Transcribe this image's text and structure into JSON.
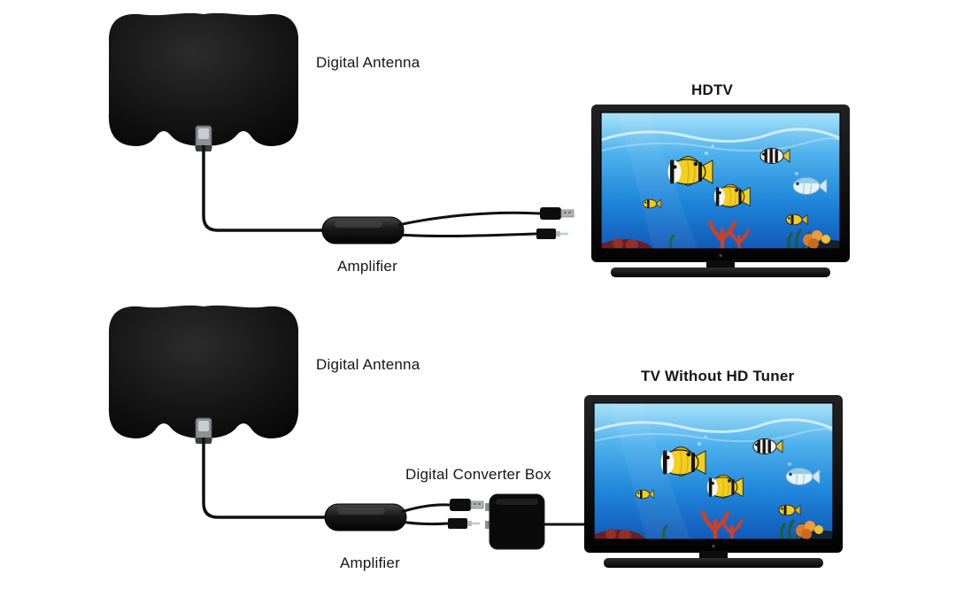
{
  "labels": {
    "top": {
      "antenna": "Digital Antenna",
      "amplifier": "Amplifier",
      "tv": "HDTV"
    },
    "bottom": {
      "antenna": "Digital Antenna",
      "amplifier": "Amplifier",
      "converter": "Digital Converter Box",
      "tv": "TV Without HD Tuner"
    }
  },
  "icons": {
    "antenna": "flat-panel-antenna-icon",
    "amplifier": "inline-amplifier-icon",
    "usb_plug": "usb-plug-icon",
    "coax_plug": "coax-plug-icon",
    "converter": "converter-box-icon",
    "tv": "television-icon"
  },
  "colors": {
    "background": "#ffffff",
    "device_black": "#0d0d0d",
    "cable": "#101010",
    "label_text": "#161616",
    "sea_light": "#a8e2f8",
    "sea_deep": "#1259b8",
    "fish_yellow": "#f3cf1e",
    "coral_red": "#cf4028"
  }
}
